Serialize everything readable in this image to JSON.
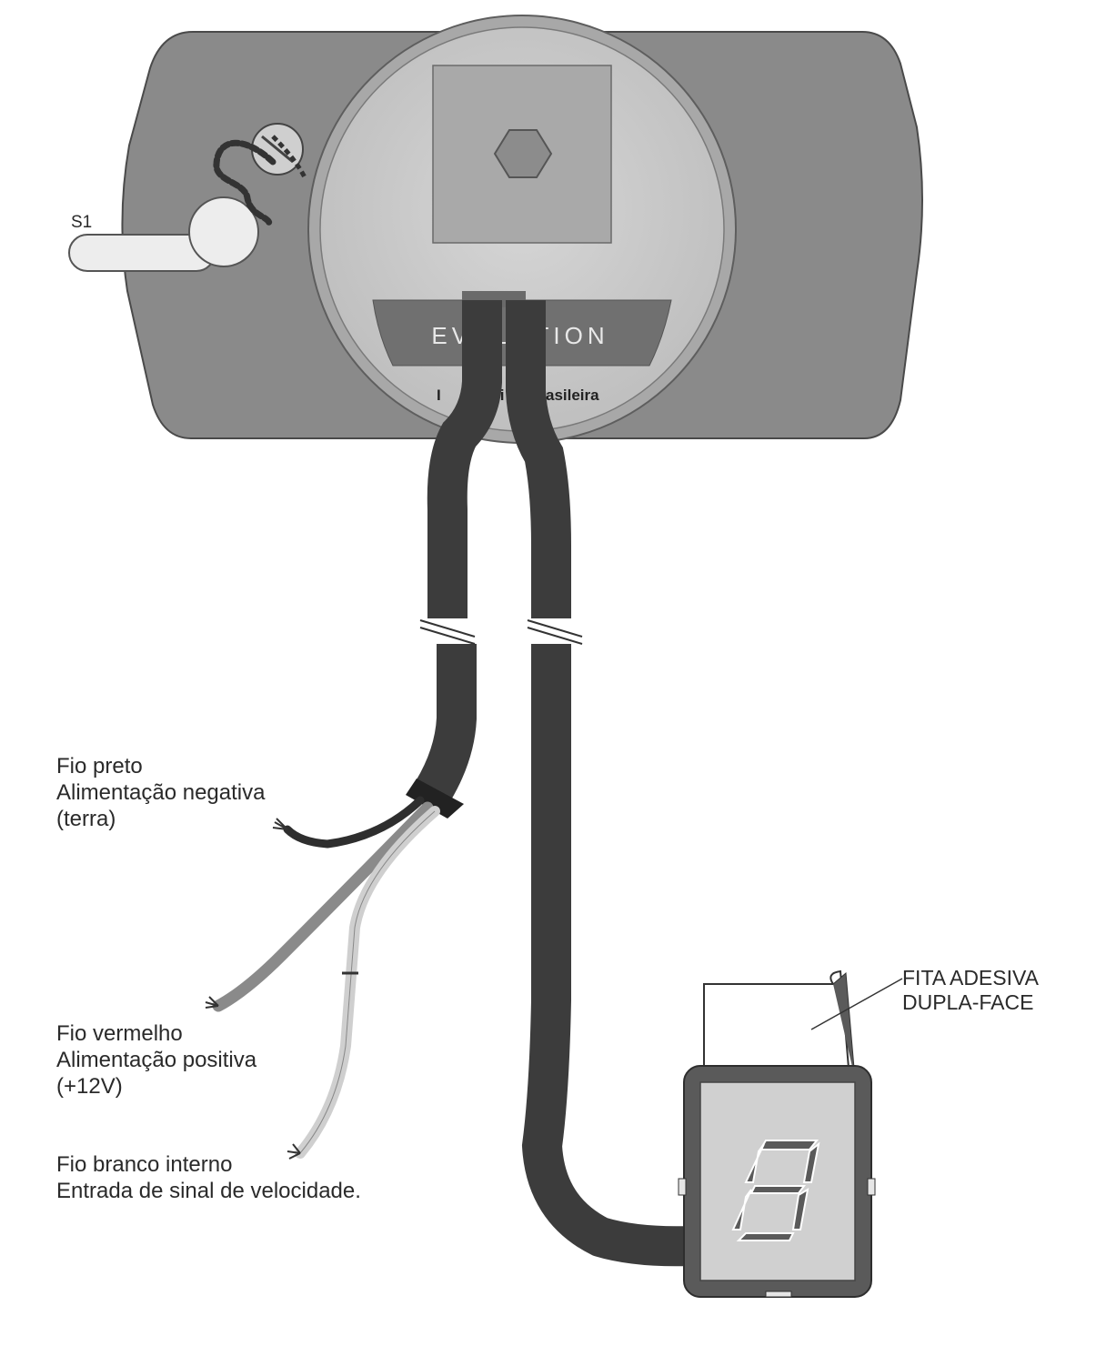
{
  "unit": {
    "switch_label": "S1",
    "brand": "EVOLUTION",
    "subtitle_fragments": [
      "I",
      "stri",
      "asileira"
    ]
  },
  "wires": {
    "black": {
      "lines": [
        "Fio preto",
        "Alimentação negativa",
        "(terra)"
      ]
    },
    "red": {
      "lines": [
        "Fio vermelho",
        "Alimentação positiva",
        "(+12V)"
      ]
    },
    "white": {
      "lines": [
        "Fio branco interno",
        "Entrada de sinal de velocidade."
      ]
    }
  },
  "tape": {
    "lines": [
      "FITA ADESIVA",
      "DUPLA-FACE"
    ]
  },
  "colors": {
    "housing": "#8a8a8a",
    "housing_outline": "#4a4a4a",
    "dial": "#c9c9c9",
    "cable": "#3c3c3c",
    "display_frame": "#5a5a5a",
    "display_window": "#d0d0d0",
    "segment": "#555555"
  }
}
